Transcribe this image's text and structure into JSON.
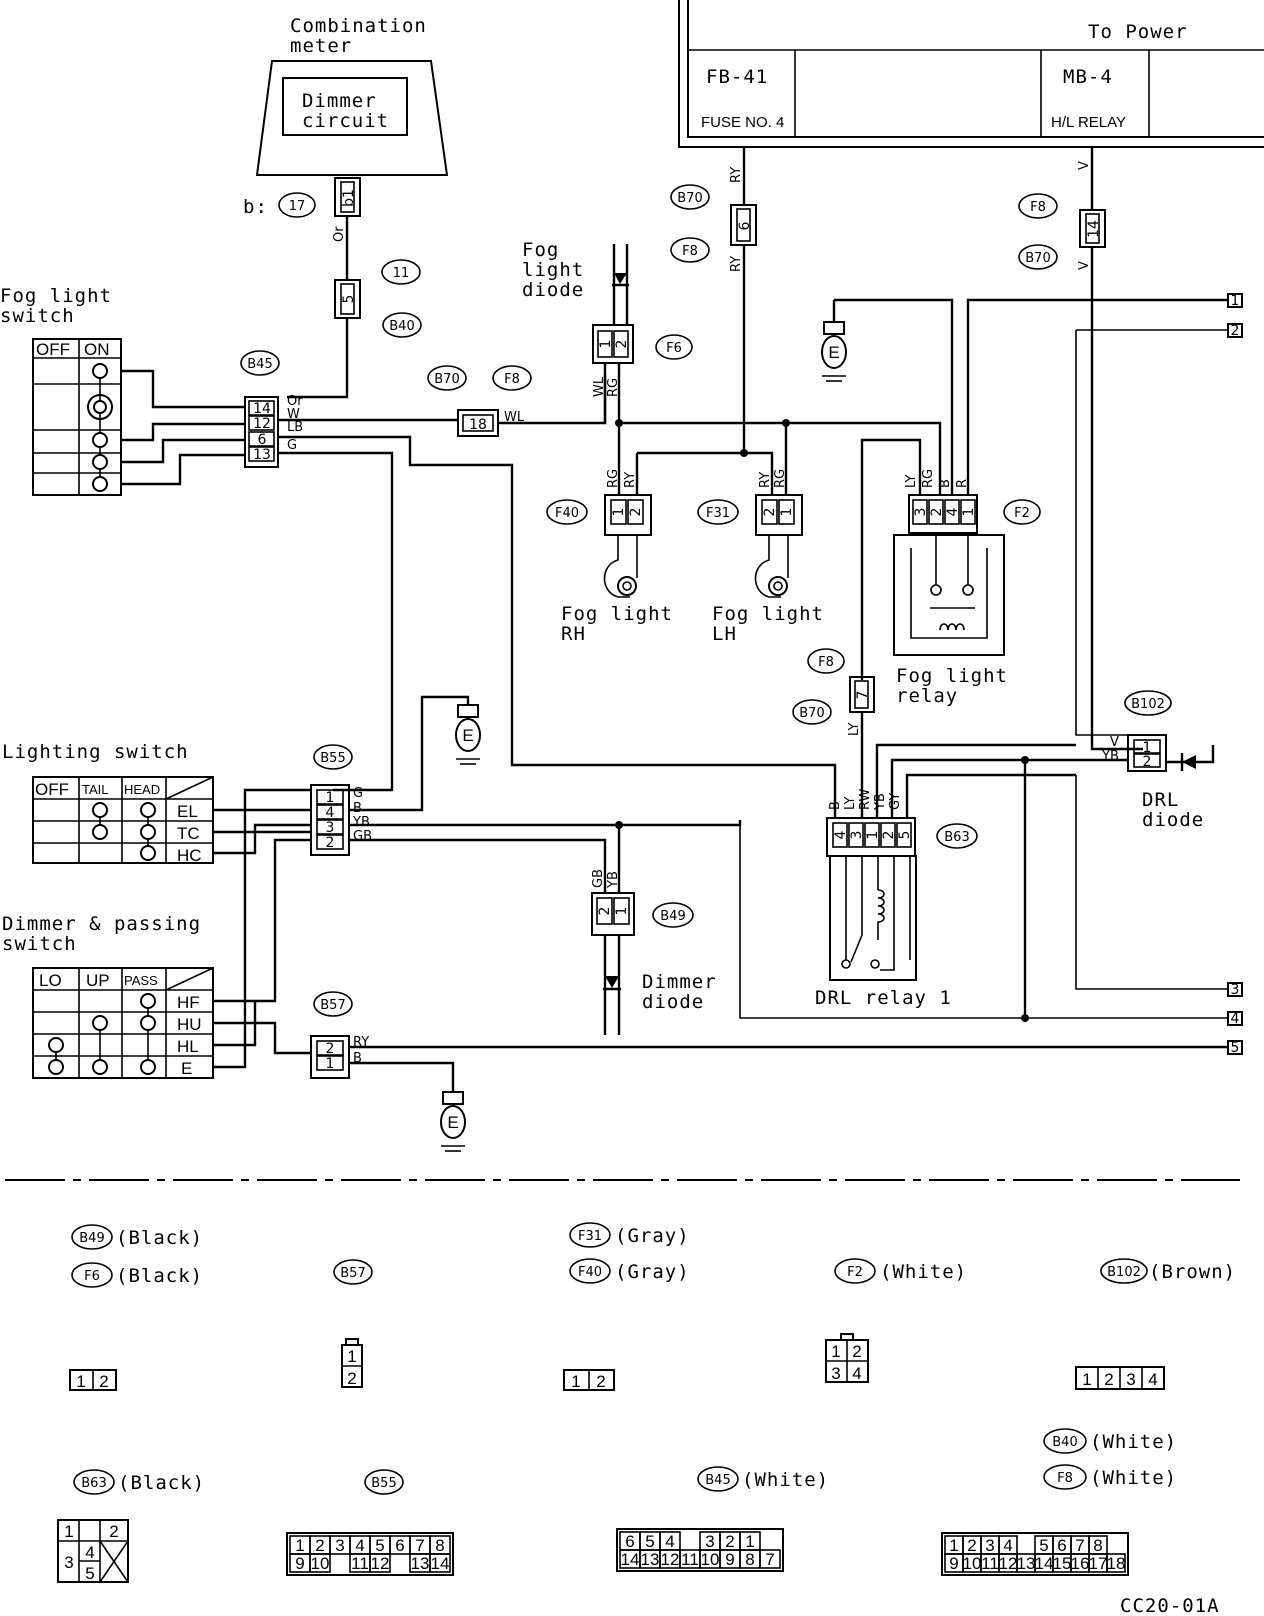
{
  "components": {
    "combination_meter": "Combination\nmeter",
    "dimmer_circuit": "Dimmer\ncircuit",
    "power": "To Power",
    "fb41": "FB-41",
    "fuse_no4": "FUSE NO. 4",
    "mb4": "MB-4",
    "hl_relay": "H/L RELAY",
    "fog_light_switch": "Fog light\nswitch",
    "fog_light_diode": "Fog\nlight\ndiode",
    "fog_light_rh": "Fog light\nRH",
    "fog_light_lh": "Fog light\nLH",
    "fog_light_relay": "Fog light\nrelay",
    "lighting_switch": "Lighting switch",
    "dimmer_passing_switch": "Dimmer & passing\nswitch",
    "dimmer_diode": "Dimmer\ndiode",
    "drl_relay": "DRL relay 1",
    "drl_diode": "DRL\ndiode",
    "ground": "E",
    "b17": "b:",
    "code": "CC20-01A"
  },
  "connector_tags": {
    "b17": "17",
    "c11": "11",
    "b40": "B40",
    "b45": "B45",
    "b70a": "B70",
    "f8a": "F8",
    "b70b": "B70",
    "f8b": "F8",
    "f6": "F6",
    "f40": "F40",
    "f31": "F31",
    "f2": "F2",
    "f8c": "F8",
    "b70c": "B70",
    "f8d": "F8",
    "b70d": "B70",
    "b102": "B102",
    "b63": "B63",
    "b55": "B55",
    "b49": "B49",
    "b57": "B57"
  },
  "fog_switch_table": {
    "headers": [
      "OFF",
      "ON"
    ]
  },
  "lighting_table": {
    "headers": [
      "OFF",
      "TAIL",
      "HEAD"
    ],
    "rows": [
      "EL",
      "TC",
      "HC"
    ]
  },
  "dimmer_table": {
    "headers": [
      "LO",
      "UP",
      "PASS"
    ],
    "rows": [
      "HF",
      "HU",
      "HL",
      "E"
    ]
  },
  "wire_colors": {
    "or1": "Or",
    "or2": "Or",
    "w": "W",
    "wl": "WL",
    "lb": "LB",
    "b1": "B",
    "g": "G",
    "ry1": "RY",
    "ry2": "RY",
    "v1": "V",
    "v2": "V",
    "wl2": "WL",
    "rg": "RG",
    "rg1": "RG",
    "ry3": "RY",
    "ry4": "RY",
    "rg2": "RG",
    "ly": "LY",
    "rg3": "RG",
    "b2": "B",
    "r": "R",
    "g2": "G",
    "b3": "B",
    "yb": "YB",
    "gb": "GB",
    "gb2": "GB",
    "yb2": "YB",
    "ly2": "LY",
    "b4": "B",
    "ly3": "LY",
    "rw": "RW",
    "yb3": "YB",
    "gy": "GY",
    "v3": "V",
    "yb4": "YB",
    "ry5": "RY",
    "b5": "B"
  },
  "pins": {
    "b1": "b1",
    "p5": "5",
    "p14": "14",
    "p12": "12",
    "p6": "6",
    "p13": "13",
    "p18": "18",
    "f6_1": "1",
    "f6_2": "2",
    "f40_1": "1",
    "f40_2": "2",
    "f31_2": "2",
    "f31_1": "1",
    "f2_3": "3",
    "f2_2": "2",
    "f2_4": "4",
    "f2_1": "1",
    "p6b": "6",
    "p14b": "14",
    "p7": "7",
    "b55_1": "1",
    "b55_4": "4",
    "b55_3": "3",
    "b55_2": "2",
    "b49_2": "2",
    "b49_1": "1",
    "b63_4": "4",
    "b63_3": "3",
    "b63_1": "1",
    "b63_2": "2",
    "b63_5": "5",
    "b102_1": "1",
    "b102_2": "2",
    "b57_2": "2",
    "b57_1": "1"
  },
  "outputs": [
    "1",
    "2",
    "3",
    "4",
    "5"
  ],
  "legend": [
    {
      "tag": "B49",
      "color": "(Black)"
    },
    {
      "tag": "F6",
      "color": "(Black)"
    },
    {
      "tag": "B57",
      "color": ""
    },
    {
      "tag": "F31",
      "color": "(Gray)"
    },
    {
      "tag": "F40",
      "color": "(Gray)"
    },
    {
      "tag": "F2",
      "color": "(White)"
    },
    {
      "tag": "B102",
      "color": "(Brown)"
    },
    {
      "tag": "B40",
      "color": "(White)"
    },
    {
      "tag": "F8",
      "color": "(White)"
    },
    {
      "tag": "B63",
      "color": "(Black)"
    },
    {
      "tag": "B55",
      "color": ""
    },
    {
      "tag": "B45",
      "color": "(White)"
    }
  ],
  "legend_pins": {
    "c12": [
      "1",
      "2"
    ],
    "b57": [
      "1",
      "2"
    ],
    "f31": [
      "1",
      "2"
    ],
    "f2": [
      "1",
      "2",
      "3",
      "4"
    ],
    "b102": [
      "1",
      "2",
      "3",
      "4"
    ],
    "b63": [
      "1",
      "2",
      "3",
      "4",
      "5"
    ],
    "b55_top": [
      "1",
      "2",
      "3",
      "4",
      "5",
      "6",
      "7",
      "8"
    ],
    "b55_bot": [
      "9",
      "10",
      "11",
      "12",
      "13",
      "14"
    ],
    "b45_top": [
      "6",
      "5",
      "4",
      "3",
      "2",
      "1"
    ],
    "b45_bot": [
      "14",
      "13",
      "12",
      "11",
      "10",
      "9",
      "8",
      "7"
    ],
    "f8_top": [
      "1",
      "2",
      "3",
      "4",
      "5",
      "6",
      "7",
      "8"
    ],
    "f8_bot": [
      "9",
      "10",
      "11",
      "12",
      "13",
      "14",
      "15",
      "16",
      "17",
      "18"
    ]
  }
}
